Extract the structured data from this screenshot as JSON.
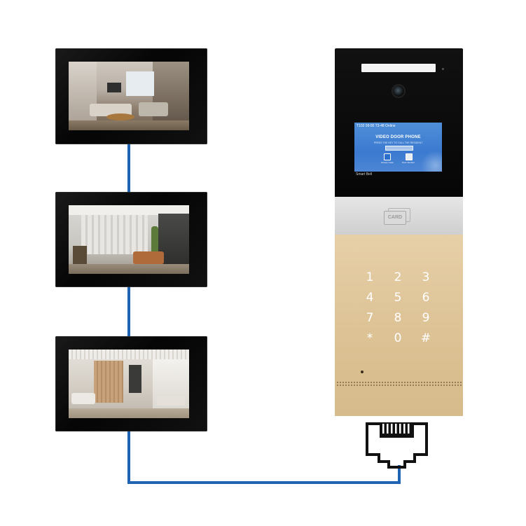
{
  "door_station": {
    "screen": {
      "status": "T102 09:00 T3-48 Online",
      "title": "VIDEO DOOR PHONE",
      "subtitle": "PRESS THE KEY TO CALL THE RESIDENT",
      "icon_left_label": "Access Code",
      "icon_right_label": "Door Number"
    },
    "footer_text": "Smart Bell",
    "card_label": "CARD",
    "keypad": [
      "1",
      "2",
      "3",
      "4",
      "5",
      "6",
      "7",
      "8",
      "9",
      "*",
      "0",
      "#"
    ]
  },
  "colors": {
    "wire": "#1f63b3",
    "keypad_panel": "#dcc294",
    "screen_blue": "#3b7ad0"
  },
  "icons": {
    "network_connector": "rj45-ethernet-icon",
    "card_reader": "card-reader-icon"
  }
}
